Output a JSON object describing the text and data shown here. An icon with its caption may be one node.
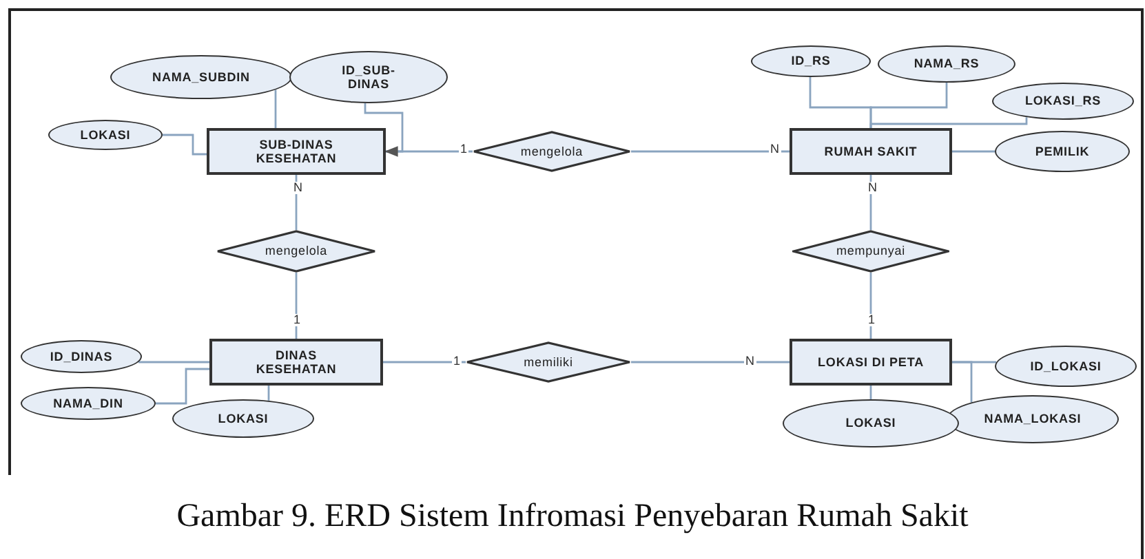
{
  "diagram": {
    "caption": "Gambar 9. ERD Sistem Infromasi Penyebaran Rumah Sakit",
    "nodes": [
      {
        "text": [
          "NAMA_SUBDIN"
        ]
      },
      {
        "text": [
          "ID_SUB-DINAS"
        ]
      },
      {
        "text": [
          "ID_RS"
        ]
      },
      {
        "text": [
          "NAMA_RS"
        ]
      },
      {
        "text": [
          "LOKASI_RS"
        ]
      },
      {
        "text": [
          "LOKASI"
        ]
      },
      {
        "text": [
          "SUB-DINAS KESEHATAN"
        ]
      },
      {
        "text": [
          "mengelola"
        ]
      },
      {
        "text": [
          "RUMAH SAKIT"
        ]
      },
      {
        "text": [
          "PEMILIK"
        ]
      },
      {
        "text": [
          "mengelola"
        ]
      },
      {
        "text": [
          "mempunyai"
        ]
      },
      {
        "text": [
          "ID_DINAS"
        ]
      },
      {
        "text": [
          "DINAS KESEHATAN"
        ]
      },
      {
        "text": [
          "memiliki"
        ]
      },
      {
        "text": [
          "LOKASI DI PETA"
        ]
      },
      {
        "text": [
          "ID_LOKASI"
        ]
      },
      {
        "text": [
          "NAMA_DIN"
        ]
      },
      {
        "text": [
          "NAMA_LOKASI"
        ]
      },
      {
        "text": [
          "LOKASI"
        ]
      },
      {
        "text": [
          "LOKASI"
        ]
      }
    ],
    "edges": [
      {
        "from": 0,
        "to": 6,
        "arrow": "none"
      },
      {
        "from": 1,
        "to": 6,
        "arrow": "none"
      },
      {
        "from": 5,
        "to": 6,
        "arrow": "none"
      },
      {
        "from": 7,
        "to": 6,
        "arrow": "to"
      },
      {
        "from": 7,
        "to": 8,
        "arrow": "none"
      },
      {
        "from": 2,
        "to": 8,
        "arrow": "none"
      },
      {
        "from": 3,
        "to": 8,
        "arrow": "none"
      },
      {
        "from": 4,
        "to": 8,
        "arrow": "none"
      },
      {
        "from": 9,
        "to": 8,
        "arrow": "none"
      },
      {
        "from": 6,
        "to": 10,
        "arrow": "none"
      },
      {
        "from": 10,
        "to": 13,
        "arrow": "none"
      },
      {
        "from": 8,
        "to": 11,
        "arrow": "none"
      },
      {
        "from": 11,
        "to": 15,
        "arrow": "none"
      },
      {
        "from": 12,
        "to": 13,
        "arrow": "none"
      },
      {
        "from": 17,
        "to": 13,
        "arrow": "none"
      },
      {
        "from": 19,
        "to": 13,
        "arrow": "none"
      },
      {
        "from": 13,
        "to": 14,
        "arrow": "none"
      },
      {
        "from": 14,
        "to": 15,
        "arrow": "none"
      },
      {
        "from": 16,
        "to": 15,
        "arrow": "none"
      },
      {
        "from": 18,
        "to": 15,
        "arrow": "none"
      },
      {
        "from": 20,
        "to": 15,
        "arrow": "none"
      }
    ],
    "labels": [
      "1",
      "N",
      "N",
      "N",
      "1",
      "1",
      "1",
      "N"
    ]
  }
}
